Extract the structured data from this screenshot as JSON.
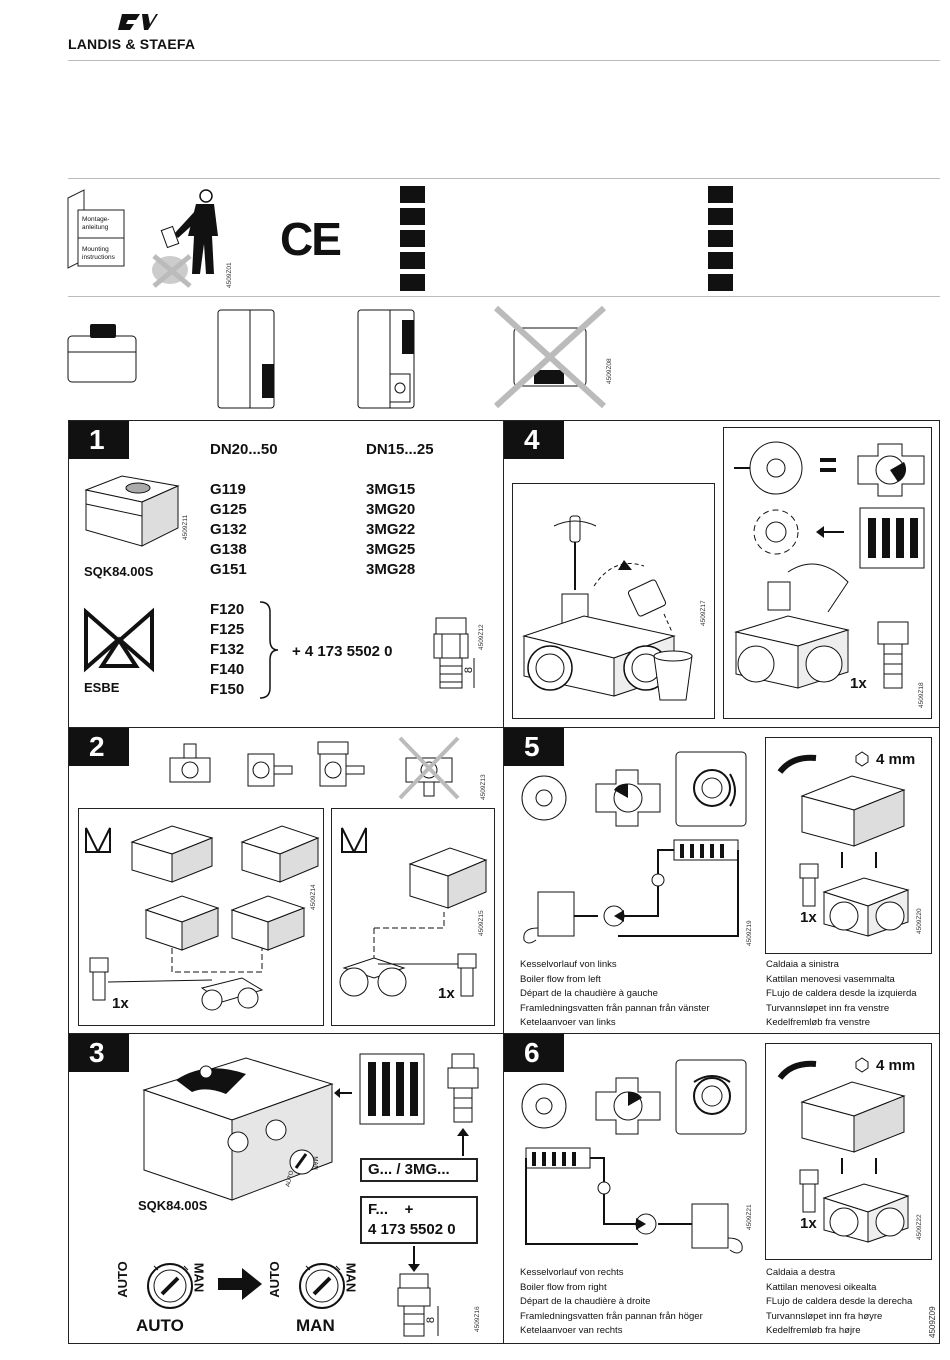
{
  "brand": {
    "name": "LANDIS & STAEFA"
  },
  "intro": {
    "doc_top": "Montage-",
    "doc_top2": "anleitung",
    "doc_bottom": "Mounting",
    "doc_bottom2": "instructions",
    "code_a": "4509Z01",
    "ce": "CE",
    "code_b": "4509Z08"
  },
  "s1": {
    "num": "1",
    "col_a_head": "DN20...50",
    "col_b_head": "DN15...25",
    "col_a": [
      "G119",
      "G125",
      "G132",
      "G138",
      "G151"
    ],
    "col_b": [
      "3MG15",
      "3MG20",
      "3MG22",
      "3MG25",
      "3MG28"
    ],
    "product": "SQK84.00S",
    "code_prod": "4509Z11",
    "esbe": "ESBE",
    "f_list": [
      "F120",
      "F125",
      "F132",
      "F140",
      "F150"
    ],
    "adapter": "+ 4 173 5502 0",
    "dim": "8",
    "code_stem": "4509Z12"
  },
  "s2": {
    "num": "2",
    "qty_a": "1x",
    "qty_b": "1x",
    "code_a": "4509Z13",
    "code_b": "4509Z14",
    "code_c": "4509Z15"
  },
  "s3": {
    "num": "3",
    "box_a": "G... / 3MG...",
    "box_b1": "F...    +",
    "box_b2": "4 173 5502 0",
    "product": "SQK84.00S",
    "auto": "AUTO",
    "man": "MAN",
    "knob_auto": "AUTO",
    "knob_man": "MAN",
    "dim": "8",
    "code": "4509Z16"
  },
  "s4": {
    "num": "4",
    "qty": "1x",
    "code_a": "4509Z17",
    "code_b": "4509Z18"
  },
  "s5": {
    "num": "5",
    "hex": "4 mm",
    "qty": "1x",
    "code_a": "4509Z19",
    "code_b": "4509Z20",
    "captions_left": [
      "Kesselvorlauf von links",
      "Boiler flow from left",
      "Départ de la chaudière à gauche",
      "Framledningsvatten från pannan från vänster",
      "Ketelaanvoer van links"
    ],
    "captions_right": [
      "Caldaia a sinistra",
      "Kattilan menovesi vasemmalta",
      "FLujo de caldera desde la izquierda",
      "Turvannsløpet inn fra venstre",
      "Kedelfremløb fra venstre"
    ]
  },
  "s6": {
    "num": "6",
    "hex": "4 mm",
    "qty": "1x",
    "code_a": "4509Z21",
    "code_b": "4509Z22",
    "code_page": "4509Z09",
    "captions_left": [
      "Kesselvorlauf von rechts",
      "Boiler flow from right",
      "Départ de la chaudière à droite",
      "Framledningsvatten från pannan från höger",
      "Ketelaanvoer van rechts"
    ],
    "captions_right": [
      "Caldaia a destra",
      "Kattilan menovesi oikealta",
      "FLujo de caldera desde la derecha",
      "Turvannsløpet inn fra høyre",
      "Kedelfremløb fra højre"
    ]
  }
}
